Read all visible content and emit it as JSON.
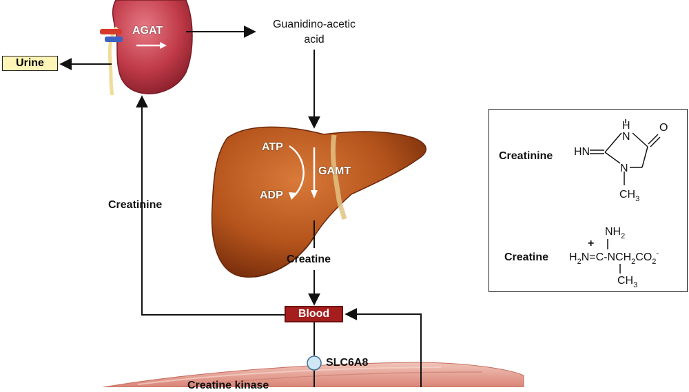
{
  "labels": {
    "agat": "AGAT",
    "gaa_line1": "Guanidino-acetic",
    "gaa_line2": "acid",
    "urine": "Urine",
    "atp": "ATP",
    "adp": "ADP",
    "gamt": "GAMT",
    "creatinine_path": "Creatinine",
    "creatine_path": "Creatine",
    "blood": "Blood",
    "transporter": "SLC6A8",
    "creatine_kinase": "Creatine kinase"
  },
  "structures": {
    "creatinine": {
      "name": "Creatinine",
      "hn": "HN",
      "h": "H",
      "n1": "N",
      "n2": "N",
      "o": "O",
      "ch": "CH",
      "ch_sub": "3"
    },
    "creatine": {
      "name": "Creatine",
      "plus": "+",
      "nh": "NH",
      "nh_sub": "2",
      "h": "H",
      "h_sub": "2",
      "n_eq_c": "N=C-NCH",
      "ch2_sub": "2",
      "co": "CO",
      "co_sub": "2",
      "minus": "-",
      "ch": "CH",
      "ch_sub": "3"
    }
  },
  "colors": {
    "arrow": "#111111",
    "blood_box": "#a51d1d",
    "urine_box": "#fdf5b8",
    "liver": "#b4541c",
    "kidney": "#c03a48",
    "transporter": "#cfe6f5",
    "muscle": "#e7a79a"
  }
}
